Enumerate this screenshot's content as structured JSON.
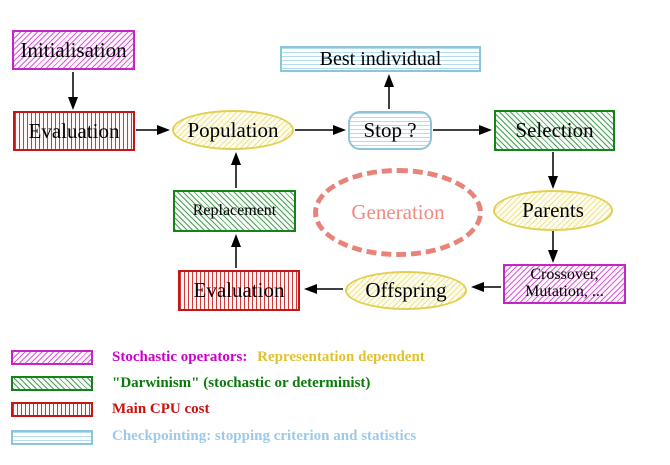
{
  "nodes": {
    "initialisation": {
      "label": "Initialisation"
    },
    "evaluation_top": {
      "label": "Evaluation"
    },
    "population": {
      "label": "Population"
    },
    "best_individual": {
      "label": "Best individual"
    },
    "stop": {
      "label": "Stop ?"
    },
    "selection": {
      "label": "Selection"
    },
    "parents": {
      "label": "Parents"
    },
    "crossover_mutation": {
      "line1": "Crossover,",
      "line2": "Mutation, ..."
    },
    "offspring": {
      "label": "Offspring"
    },
    "evaluation_bottom": {
      "label": "Evaluation"
    },
    "replacement": {
      "label": "Replacement"
    },
    "generation": {
      "label": "Generation"
    }
  },
  "legend": {
    "items": [
      {
        "pattern": "magenta-diagonal-hatch",
        "label": "Stochastic operators:",
        "label2": "Representation dependent"
      },
      {
        "pattern": "green-diagonal-hatch",
        "label": "\"Darwinism\" (stochastic or determinist)"
      },
      {
        "pattern": "red-vertical-stripes",
        "label": "Main CPU cost"
      },
      {
        "pattern": "blue-horizontal-stripes",
        "label": "Checkpointing: stopping criterion and statistics"
      }
    ]
  },
  "colors": {
    "magenta_border": "#C326C3",
    "green_border": "#15821C",
    "red_border": "#C41616",
    "blue_border": "#8FC3DC",
    "yellow_border": "#E3CF52",
    "salmon": "#E8837A",
    "legend_magenta_text": "#CC00CC",
    "legend_yellow_text": "#E2C12F",
    "legend_green_text": "#0B7A0B",
    "legend_red_text": "#CC1111",
    "legend_blue_text": "#9CCAE8",
    "node_text": "#000000"
  }
}
